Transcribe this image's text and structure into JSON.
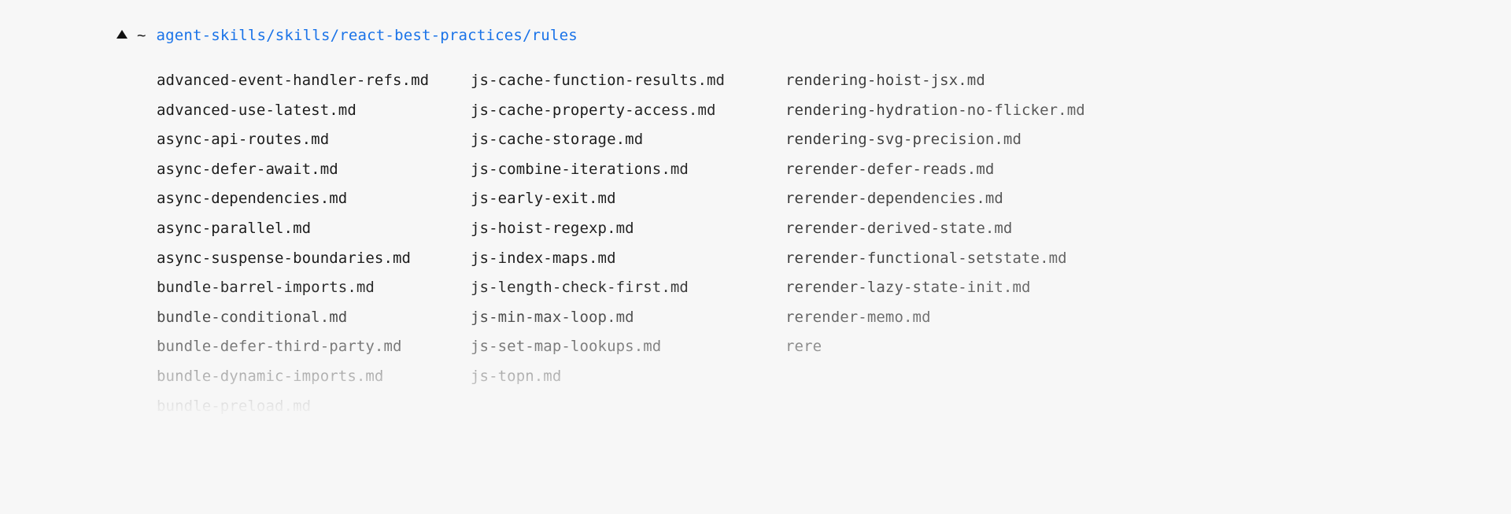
{
  "background_color": "#f7f7f7",
  "text_color": "#1c1c1c",
  "link_color": "#1a73e8",
  "prompt": {
    "caret_icon": "triangle-up-icon",
    "home_symbol": "~",
    "path": "agent-skills/skills/react-best-practices/rules"
  },
  "columns": [
    {
      "name": "column-1",
      "files": [
        "advanced-event-handler-refs.md",
        "advanced-use-latest.md",
        "async-api-routes.md",
        "async-defer-await.md",
        "async-dependencies.md",
        "async-parallel.md",
        "async-suspense-boundaries.md",
        "bundle-barrel-imports.md",
        "bundle-conditional.md",
        "bundle-defer-third-party.md",
        "bundle-dynamic-imports.md",
        "bundle-preload.md"
      ]
    },
    {
      "name": "column-2",
      "files": [
        "js-cache-function-results.md",
        "js-cache-property-access.md",
        "js-cache-storage.md",
        "js-combine-iterations.md",
        "js-early-exit.md",
        "js-hoist-regexp.md",
        "js-index-maps.md",
        "js-length-check-first.md",
        "js-min-max-loop.md",
        "js-set-map-lookups.md",
        "js-topn.md"
      ]
    },
    {
      "name": "column-3",
      "files": [
        "rendering-hoist-jsx.md",
        "rendering-hydration-no-flicker.md",
        "rendering-svg-precision.md",
        "rerender-defer-reads.md",
        "rerender-dependencies.md",
        "rerender-derived-state.md",
        "rerender-functional-setstate.md",
        "rerender-lazy-state-init.md",
        "rerender-memo.md",
        "rere"
      ]
    }
  ]
}
